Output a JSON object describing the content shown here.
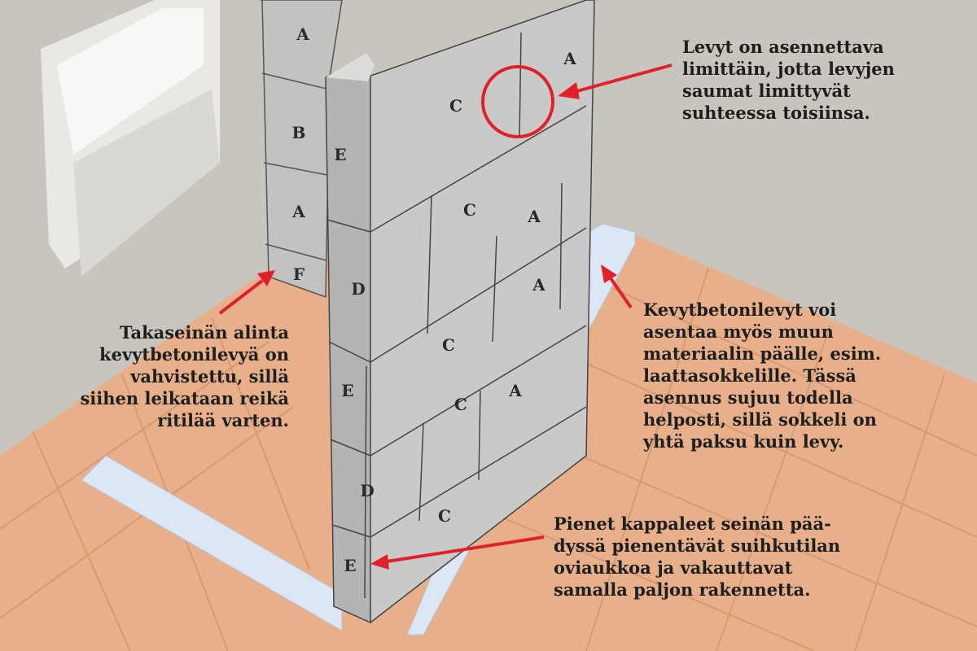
{
  "notes": {
    "top_right": [
      "Levyt on asennettava",
      "limittäin, jotta levyjen",
      "saumat limittyvät",
      "suhteessa toisiinsa."
    ],
    "left": [
      "Takaseinän alinta",
      "kevytbetonilevyä on",
      "vahvistettu, sillä",
      "siihen leikataan reikä",
      "ritilää varten."
    ],
    "right": [
      "Kevytbetonilevyt voi",
      "asentaa myös muun",
      "materiaalin päälle, esim.",
      "laattasokkelille. Tässä",
      "asennus sujuu todella",
      "helposti, sillä sokkeli on",
      "yhtä paksu kuin levy."
    ],
    "bottom_right": [
      "Pienet kappaleet seinän pää-",
      "dyssä pienentävät suihkutilan",
      "oviaukkoa ja vakauttavat",
      "samalla paljon rakennetta."
    ]
  },
  "block_labels": {
    "back": [
      "A",
      "B",
      "A",
      "F"
    ],
    "end": [
      "E",
      "D",
      "E",
      "D",
      "E"
    ],
    "face": [
      "C",
      "A",
      "C",
      "A",
      "A",
      "C",
      "C",
      "A",
      "C"
    ]
  },
  "colors": {
    "arrow": "#e0202a",
    "floor": "#e7b08a",
    "wall": "#c4c4c2",
    "plinth": "#dde6f4"
  }
}
